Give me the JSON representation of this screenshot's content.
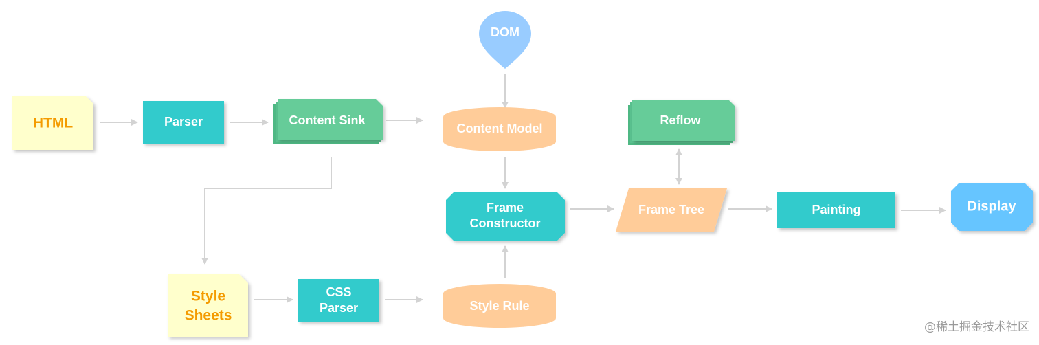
{
  "colors": {
    "teal": "#33cbcc",
    "green": "#66cc99",
    "peach": "#ffcc99",
    "yellow": "#ffffcc",
    "blue": "#99ccff",
    "display_blue": "#66c5ff",
    "label_orange": "#f49b00",
    "arrow_gray": "#d3d3d3"
  },
  "nodes": {
    "html": {
      "label": "HTML"
    },
    "parser": {
      "label": "Parser"
    },
    "content_sink": {
      "label": "Content Sink"
    },
    "dom": {
      "label": "DOM"
    },
    "content_model": {
      "label": "Content Model"
    },
    "reflow": {
      "label": "Reflow"
    },
    "frame_constructor": {
      "line1": "Frame",
      "line2": "Constructor"
    },
    "frame_tree": {
      "label": "Frame Tree"
    },
    "painting": {
      "label": "Painting"
    },
    "display": {
      "label": "Display"
    },
    "style_sheets": {
      "line1": "Style",
      "line2": "Sheets"
    },
    "css_parser": {
      "line1": "CSS",
      "line2": "Parser"
    },
    "style_rule": {
      "label": "Style Rule"
    }
  },
  "watermark": "@稀土掘金技术社区"
}
